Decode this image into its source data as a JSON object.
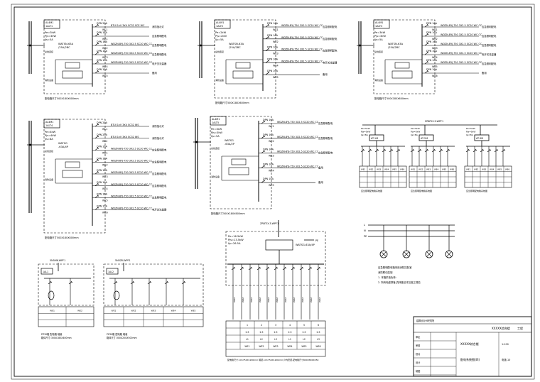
{
  "colors": {
    "ink": "#000000",
    "paper": "#ffffff"
  },
  "panels": [
    {
      "id": "panel-1",
      "header": [
        "AL4M1",
        "1ALT1"
      ],
      "params": [
        "Pe=3kW",
        "Pjs=3kW",
        "Ijs=5A"
      ],
      "breaker": [
        "WATSN-63A",
        "/25A/2BC"
      ],
      "labels": [
        "总线连接",
        "消防设备"
      ],
      "note": "配电箱尺寸500X180X600mm",
      "circuits": [
        {
          "rating": "DPN 20A",
          "id": "WL1",
          "cable": "BTLY-1kV 3X4 SC32 SCE WC",
          "use": "消防指示灯"
        },
        {
          "rating": "DPN 16A",
          "id": "WE1",
          "cable": "",
          "use": "应急照明配电"
        },
        {
          "rating": "DPN 16A",
          "id": "WE2",
          "cable": "WDZN-BYJ-750 3X2.5 SC20 WC CC",
          "use": "应急照明配电"
        },
        {
          "rating": "DPN 16A",
          "id": "WE3",
          "cable": "WDZN-BYJ-750 3X2.5 SC20 WC CC",
          "use": "应急照明配电"
        },
        {
          "rating": "DPN 10A",
          "id": "WE4",
          "cable": "WDZN-BYJ-750 3X2.5 SC20 WC CC",
          "use": "电开关流量器"
        },
        {
          "rating": "DPN 10A",
          "id": "WE5",
          "cable": "",
          "use": "备用"
        }
      ]
    },
    {
      "id": "panel-2",
      "header": [
        "AL4M1",
        "1ALT2"
      ],
      "params": [
        "Pe=2kW",
        "Pjs=2kW",
        "Ijs=5A"
      ],
      "breaker": [
        "WATSN-63A",
        "/25A/2BC"
      ],
      "labels": [
        "总线连接",
        "消防设备"
      ],
      "note": "配电箱尺寸500X180X600mm",
      "circuits": [
        {
          "rating": "DPN 16A",
          "id": "WE1",
          "cable": "WDZN-BYJ-750 3X2.5 SC20 WC CC",
          "use": "应急照明配电"
        },
        {
          "rating": "DPN 16A",
          "id": "WE2",
          "cable": "WDZN-BYJ-750 3X2.5 SC20 WC CC",
          "use": "应急照明配电"
        },
        {
          "rating": "DPN 16A",
          "id": "WE3",
          "cable": "WDZN-BYJ-750 3X2.5 SC20 WC CC",
          "use": "应急照明配电"
        },
        {
          "rating": "DPN 10A",
          "id": "WE4",
          "cable": "WDZN-BYJ-750 3X2.5 SC20 WC CC",
          "use": "电开关流量器"
        },
        {
          "rating": "DPN 10A",
          "id": "WE5",
          "cable": "",
          "use": "备用"
        }
      ]
    },
    {
      "id": "panel-3",
      "header": [
        "AL4M1",
        "1ALT3"
      ],
      "params": [
        "Pe=3kW",
        "Pjs=3kW",
        "Ijs=5A"
      ],
      "breaker": [
        "WATSN-63A",
        "/25A/2BC"
      ],
      "labels": [
        "总线连接",
        "消防设备"
      ],
      "note": "配电箱尺寸500X180X600mm",
      "circuits": [
        {
          "rating": "DPN 16A",
          "id": "WE1",
          "cable": "WDZN-BYJ-750 3X2.5 SC20 WC CC",
          "use": "应急照明配电"
        },
        {
          "rating": "DPN 16A",
          "id": "WE2",
          "cable": "WDZN-BYJ-750 3X2.5 SC20 WC CC",
          "use": "应急照明配电"
        },
        {
          "rating": "DPN 16A",
          "id": "WE3",
          "cable": "WDZN-BYJ-750 3X2.5 SC20 WC CC",
          "use": "应急照明配电"
        },
        {
          "rating": "DPN 16A",
          "id": "WE4",
          "cable": "WDZN-BYJ-750 3X2.5 SC20 WC CC",
          "use": "电开关流量器"
        },
        {
          "rating": "DPN 10A",
          "id": "WE5",
          "cable": "WDZN-BYJ-750 3X2.5 SC20 WC CC",
          "use": "应急照明配电"
        },
        {
          "rating": "DPN 10A",
          "id": "WE6",
          "cable": "",
          "use": "备用"
        }
      ]
    },
    {
      "id": "panel-4",
      "header": [
        "AL4M1",
        "1ALT4"
      ],
      "params": [
        "Pe=4kW",
        "Pjs=4kW",
        "Ijs=8A"
      ],
      "breaker": [
        "WATSG",
        "-63A/4P"
      ],
      "labels": [
        "总线连接",
        "消防设备"
      ],
      "note": "配电箱尺寸500X180X800mm",
      "circuits": [
        {
          "rating": "DPN 20A",
          "id": "WL1",
          "cable": "BTLY-1kV 3X4 SC32 WS",
          "use": "消防指示灯"
        },
        {
          "rating": "DPN 20A",
          "id": "WL2",
          "cable": "BTLY-1kV 3X4 SC32 WS",
          "use": "消防指示灯"
        },
        {
          "rating": "DPN 16A",
          "id": "WE1",
          "cable": "WDZN-BYJ-750 3X2.5 SC20 WC CC",
          "use": "应急照明配电"
        },
        {
          "rating": "DPN 16A",
          "id": "WE2",
          "cable": "WDZN-BYJ-750 3X2.5 SC20 WC CC",
          "use": "应急照明配电"
        },
        {
          "rating": "DPN 16A",
          "id": "WE3",
          "cable": "WDZN-BYJ-750 3X2.5 SC20 WC CC",
          "use": "应急照明配电"
        },
        {
          "rating": "DPN 16A",
          "id": "WE4",
          "cable": "WDZN-BYJ-750 3X2.5 SC20 WC CC",
          "use": "应急照明配电"
        },
        {
          "rating": "DPN 16A",
          "id": "WE5",
          "cable": "WDZN-BYJ-750 3X2.5 SC20 WC CC",
          "use": "应急照明配电"
        },
        {
          "rating": "DPN 10A",
          "id": "WE6",
          "cable": "WDZN-BYJ-750 3X2.5 SC20 WC CC",
          "use": "电开关流量器"
        }
      ]
    },
    {
      "id": "panel-5",
      "header": [
        "AL4M1",
        "1ALT5"
      ],
      "params": [
        "Pe=3kW",
        "Pjs=3kW",
        "Ijs=5A"
      ],
      "breaker": [
        "WATSG",
        "-63A/2P"
      ],
      "labels": [
        "总线连接",
        "消防设备"
      ],
      "note": "配电箱尺寸500X180X600mm",
      "circuits": [
        {
          "rating": "DPN 16A",
          "id": "WE1",
          "cable": "WDZN-BYJ-750 3X2.5 SC20 WC CC",
          "use": "应急照明配电"
        },
        {
          "rating": "DPN 16A",
          "id": "WE2",
          "cable": "WDZN-BYJ-750 3X2.5 SC20 WC CC",
          "use": "应急照明配电"
        },
        {
          "rating": "DPN 16A",
          "id": "WE3",
          "cable": "WDZN-BYJ-750 3X2.5 SC20 WC CC",
          "use": "应急照明配电"
        },
        {
          "rating": "DPN 16A",
          "id": "WE4",
          "cable": "WDZN-BYJ-750 3X2.5 SC20 WC CC",
          "use": "备用"
        },
        {
          "rating": "DPN 10A",
          "id": "WE5",
          "cable": "",
          "use": "备用"
        }
      ]
    }
  ],
  "riser": {
    "top_cable": "ZRBTLY-3-WPF1",
    "boxes": [
      "AT-1M",
      "AT-2M",
      "AT-3M"
    ],
    "params": [
      "Pe=5kW",
      "Pjs=5kW",
      "Ijs=8A"
    ],
    "table_headers": [
      "WE1",
      "WE2",
      "WE3",
      "WE4",
      "WE5",
      "WE6"
    ],
    "note": "应急照明配电箱系统图"
  },
  "mini_panels": [
    {
      "id": "mini-1",
      "top": "5N5MK-WPF1",
      "box": "1AL1",
      "cells": [
        "WE1",
        "WE2"
      ],
      "note": [
        "PZ30箱 配电箱 暗装",
        "箱体尺寸:300X180X400mm"
      ]
    },
    {
      "id": "mini-2",
      "top": "5N5ZK-WPF1",
      "box": "1AL2",
      "cells": [
        "WE1",
        "WE2",
        "WE3",
        "WE4",
        "WE5"
      ],
      "note": [
        "PZ30箱 配电箱 暗装",
        "箱体尺寸:300X200X500mm"
      ]
    }
  ],
  "main_panel": {
    "top": "ZRBTLY-3-WPF1",
    "params": [
      "Pe=16.5kW",
      "Pjs=13.5kW",
      "Ijs=26.5A"
    ],
    "breaker": "WATSG-63A/4P",
    "pe": "PE",
    "table_rows": [
      [
        "1",
        "2",
        "3",
        "4",
        "5",
        "6"
      ],
      [
        "2.5",
        "2.5",
        "2.5",
        "2.5",
        "2.5",
        "2.5"
      ],
      [
        "L1",
        "L2",
        "L3",
        "L1",
        "L2",
        "L3"
      ],
      [
        "WE1",
        "WE2",
        "WE3",
        "WE4",
        "WE5",
        "WE6"
      ]
    ],
    "footer": "配电箱尺寸:1X1750X1200mm 暗装,1X1750X1200mm 户内安装,配电箱尺寸600X800X250"
  },
  "legend": {
    "lines": [
      "L",
      "N",
      "PE"
    ],
    "notes": [
      "应急照明配电箱采用消防控制室",
      "消防联动控制",
      "1. 本箱供电负荷:",
      "2. 所有电缆穿管,具体做法详见施工规范"
    ]
  },
  "title_block": {
    "company": "建筑设计研究院",
    "project": "XXXXX综合楼",
    "suffix": "工程",
    "drawing": "配电系统图(四)",
    "scale": "1:100",
    "sheet_no": "电施-10",
    "rows": [
      "审定",
      "审核",
      "校对",
      "设计",
      "制图"
    ]
  }
}
